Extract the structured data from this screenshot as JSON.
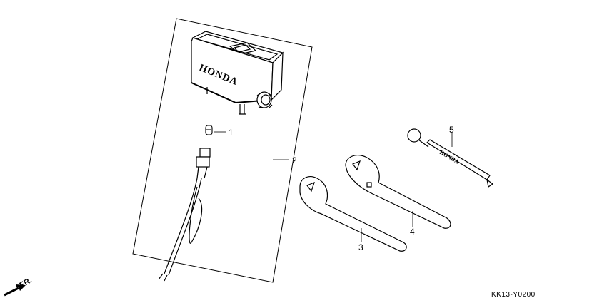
{
  "brand": "HONDA",
  "diagram_code": "KK13-Y0200",
  "direction_label": "FR.",
  "callouts": [
    "1",
    "2",
    "3",
    "4",
    "5"
  ]
}
